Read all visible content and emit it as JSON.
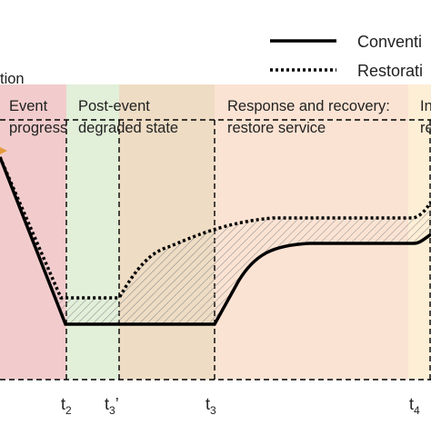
{
  "legend": {
    "conventional_label": "Conventi",
    "restoration_label": "Restorati"
  },
  "top_left_label": "tion",
  "phases": [
    {
      "line1": "Event",
      "line2": "progress",
      "color": "#f2cccc"
    },
    {
      "line1": "Post-event",
      "line2": "degraded state",
      "color": "#e2efd9"
    },
    {
      "line1": "",
      "line2": "",
      "color": "#eedcc4"
    },
    {
      "line1": "Response and recovery:",
      "line2": "restore service",
      "color": "#fbe3d3"
    },
    {
      "line1": "In",
      "line2": "re",
      "color": "#fdeed6"
    }
  ],
  "ticks": {
    "t2": {
      "base": "t",
      "sub": "2",
      "suffix": ""
    },
    "t3p": {
      "base": "t",
      "sub": "3",
      "suffix": "’"
    },
    "t3": {
      "base": "t",
      "sub": "3",
      "suffix": ""
    },
    "t4": {
      "base": "t",
      "sub": "4",
      "suffix": ""
    }
  },
  "colors": {
    "curve": "#000000",
    "hatch": "#8a8a8a",
    "marker": "#e39b3c"
  }
}
